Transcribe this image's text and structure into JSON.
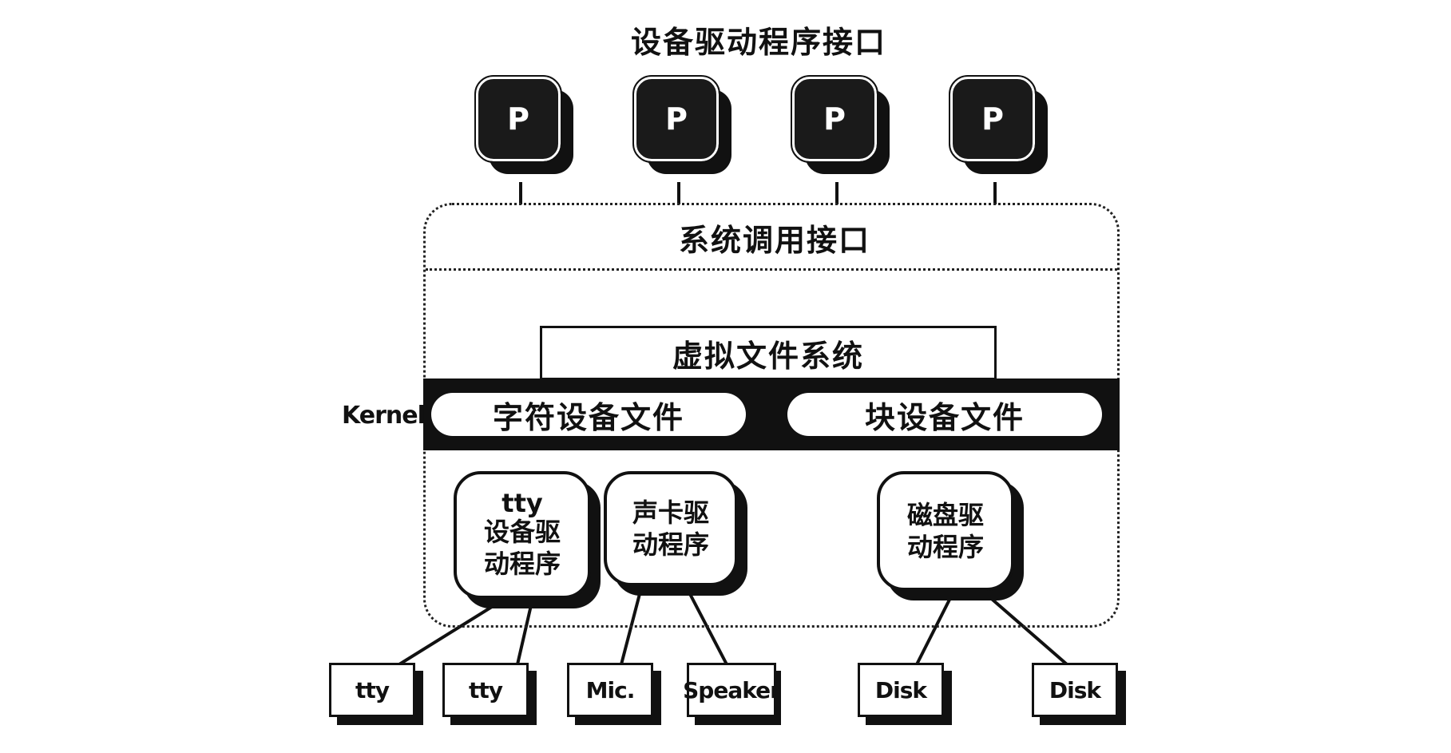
{
  "title": "设备驱动程序接口",
  "processes": [
    "P",
    "P",
    "P",
    "P"
  ],
  "kernel": {
    "label": "Kernel",
    "syscall_interface": "系统调用接口",
    "vfs": "虚拟文件系统",
    "char_device_files": "字符设备文件",
    "block_device_files": "块设备文件"
  },
  "drivers": {
    "tty": [
      "tty",
      "设备驱",
      "动程序"
    ],
    "sound": [
      "声卡驱",
      "动程序"
    ],
    "disk": [
      "磁盘驱",
      "动程序"
    ]
  },
  "devices": [
    "tty",
    "tty",
    "Mic.",
    "Speaker",
    "Disk",
    "Disk"
  ]
}
